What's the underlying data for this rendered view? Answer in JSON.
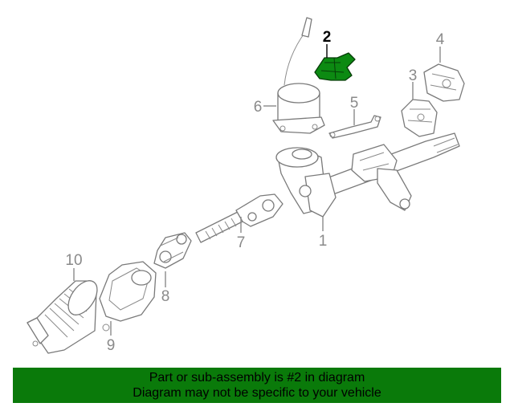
{
  "colors": {
    "banner_bg": "#0a7a0a",
    "highlight_fill": "#0c8a12",
    "highlight_stroke": "#063d08",
    "line_gray": "#8a8a8a",
    "active_text": "#000000"
  },
  "diagram": {
    "highlighted_part": "2",
    "callouts": {
      "c1": "1",
      "c2": "2",
      "c3": "3",
      "c4": "4",
      "c5": "5",
      "c6": "6",
      "c7": "7",
      "c8": "8",
      "c9": "9",
      "c10": "10"
    }
  },
  "banner": {
    "line1": "Part or sub-assembly is #2 in diagram",
    "line2": "Diagram may not be specific to your vehicle"
  }
}
